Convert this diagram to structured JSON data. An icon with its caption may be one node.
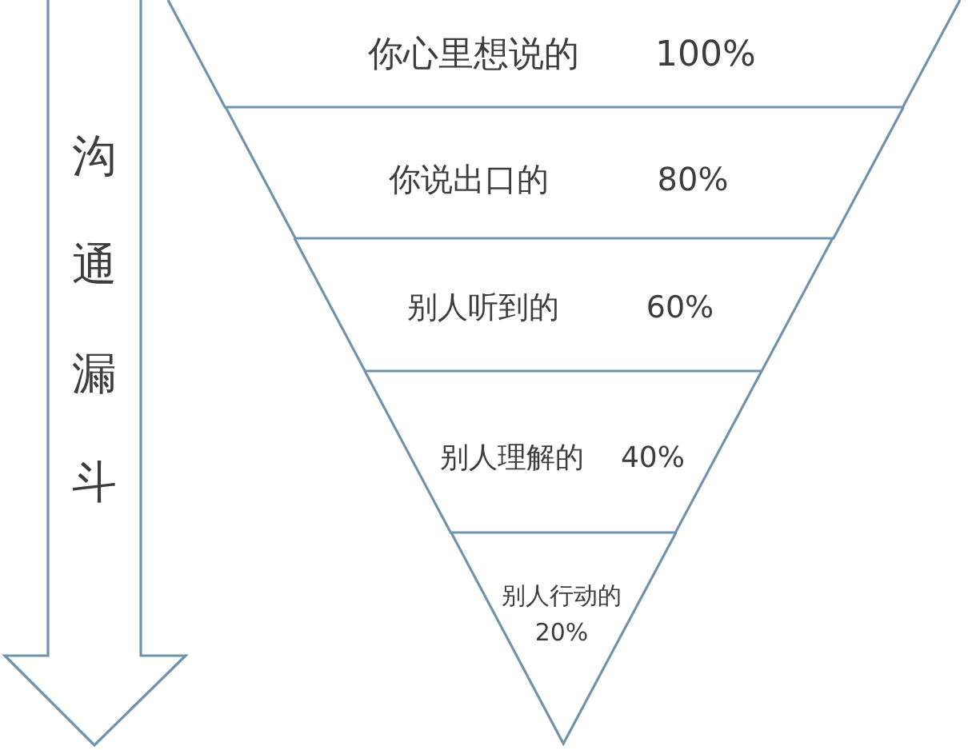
{
  "diagram": {
    "nodes": [
      {
        "text": [
          "沟通漏斗"
        ]
      },
      {
        "text": [
          "你心里想说的",
          "100%"
        ]
      },
      {
        "text": [
          "你说出口的",
          "80%"
        ]
      },
      {
        "text": [
          "别人听到的",
          "60%"
        ]
      },
      {
        "text": [
          "别人理解的",
          "40%"
        ]
      },
      {
        "text": [
          "别人行动的",
          "20%"
        ]
      }
    ]
  }
}
